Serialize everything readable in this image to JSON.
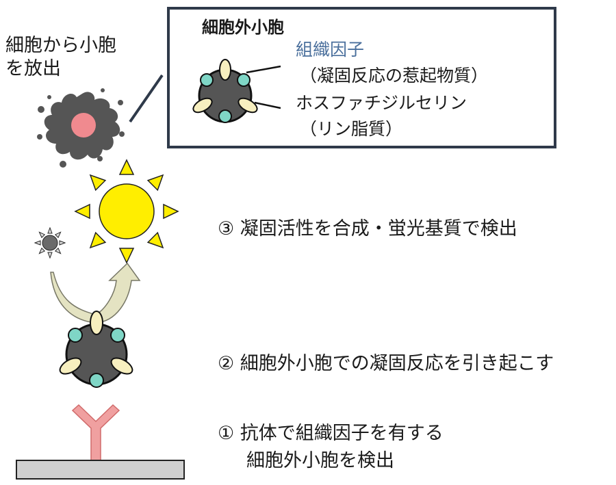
{
  "release_text": {
    "line1": "細胞から小胞",
    "line2": "を放出"
  },
  "callout": {
    "title": "細胞外小胞",
    "tissue_factor": "組織因子",
    "tissue_factor_desc": "（凝固反応の惹起物質）",
    "phosphatidylserine": "ホスファチジルセリン",
    "phosphatidylserine_desc": "（リン脂質）"
  },
  "steps": {
    "step3": "③ 凝固活性を合成・蛍光基質で検出",
    "step2": "② 細胞外小胞での凝固反応を引き起こす",
    "step1_line1": "① 抗体で組織因子を有する",
    "step1_line2": "細胞外小胞を検出"
  },
  "colors": {
    "vesicle_body": "#555555",
    "tissue_factor_dot": "#7fd6c6",
    "phospholipid": "#f7efbf",
    "cell_nucleus": "#f08a8f",
    "sun": "#ffee00",
    "antibody": "#f0a0a0",
    "plate": "#d0d0d0",
    "box_border": "#2f3a4a",
    "tf_text": "#4a6f9c"
  },
  "icons": {
    "cell": "splatter-cell-icon",
    "vesicle": "extracellular-vesicle-icon",
    "small_substrate": "dim-star-icon",
    "fluorescence": "bright-sun-icon",
    "antibody": "y-antibody-icon",
    "plate": "plate-bar-icon"
  }
}
